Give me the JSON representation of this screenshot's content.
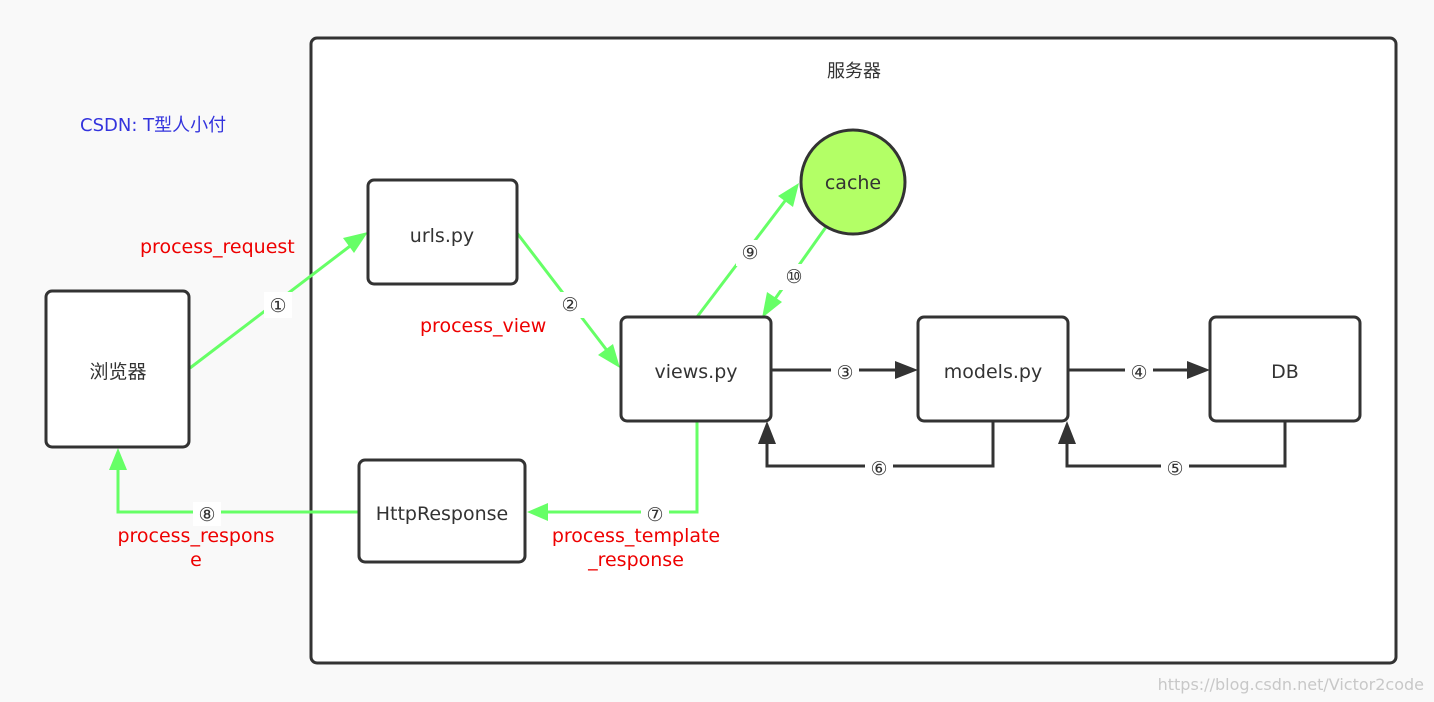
{
  "credit": "CSDN: T型人小付",
  "watermark": "https://blog.csdn.net/Victor2code",
  "server": {
    "label": "服务器"
  },
  "nodes": {
    "browser": "浏览器",
    "urls": "urls.py",
    "views": "views.py",
    "models": "models.py",
    "db": "DB",
    "cache": "cache",
    "http_response": "HttpResponse"
  },
  "steps": {
    "s1": "①",
    "s2": "②",
    "s3": "③",
    "s4": "④",
    "s5": "⑤",
    "s6": "⑥",
    "s7": "⑦",
    "s8": "⑧",
    "s9": "⑨",
    "s10": "⑩"
  },
  "hooks": {
    "process_request": "process_request",
    "process_view": "process_view",
    "process_template_response_l1": "process_template",
    "process_template_response_l2": "_response",
    "process_response_l1": "process_respons",
    "process_response_l2": "e"
  },
  "colors": {
    "request_flow": "#66ff66",
    "internal_flow": "#333333",
    "hook_label": "#ee0000",
    "cache_fill": "#b3ff66",
    "credit": "#3333dd"
  }
}
